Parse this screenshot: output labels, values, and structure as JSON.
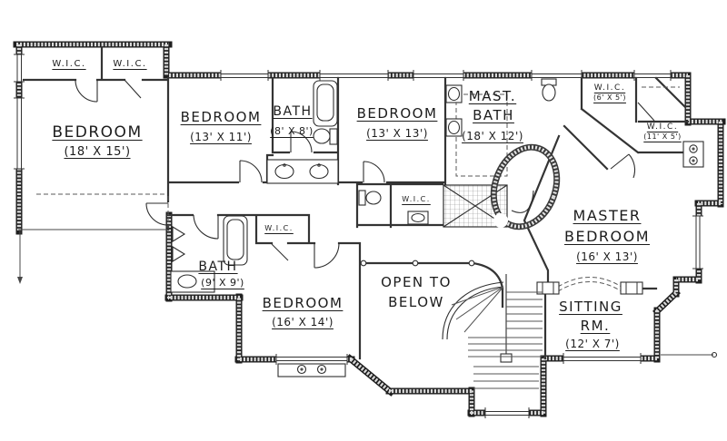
{
  "colors": {
    "background": "#ffffff",
    "ink": "#1c1c1c",
    "wall_fill": "#d9d9d9"
  },
  "labels": {
    "wic_top_left_a": {
      "name": "W.I.C."
    },
    "wic_top_left_b": {
      "name": "W.I.C."
    },
    "bedroom_1": {
      "name": "BEDROOM",
      "dims": "(18' X 15')"
    },
    "bedroom_2": {
      "name": "BEDROOM",
      "dims": "(13' X 11')"
    },
    "hall_bath": {
      "name": "BATH",
      "dims": "(8' X 8')"
    },
    "bedroom_3": {
      "name": "BEDROOM",
      "dims": "(13' X 13')"
    },
    "master_bath": {
      "line1": "MAST.",
      "line2": "BATH",
      "dims": "(18' X 12')"
    },
    "wic_master_a": {
      "name": "W.I.C.",
      "dims": "(6' X 5')"
    },
    "wic_master_b": {
      "name": "W.I.C.",
      "dims": "(11' X 5')"
    },
    "master_bedroom": {
      "line1": "MASTER",
      "line2": "BEDROOM",
      "dims": "(16' X 13')"
    },
    "sitting_room": {
      "line1": "SITTING",
      "line2": "RM.",
      "dims": "(12' X 7')"
    },
    "bath_2": {
      "name": "BATH",
      "dims": "(9' X 9')"
    },
    "wic_bath2": {
      "name": "W.I.C."
    },
    "bedroom_4": {
      "name": "BEDROOM",
      "dims": "(16' X 14')"
    },
    "open_to_below": {
      "line1": "OPEN TO",
      "line2": "BELOW"
    },
    "wic_center": {
      "name": "W.I.C."
    }
  },
  "fixtures": [
    "bathtub",
    "toilet",
    "pedestal-sink",
    "double-sink-vanity",
    "spiral-shower",
    "tiled-shower",
    "staircase",
    "window",
    "door-swing",
    "built-in-cabinet",
    "railing-posts",
    "deck-rail"
  ]
}
